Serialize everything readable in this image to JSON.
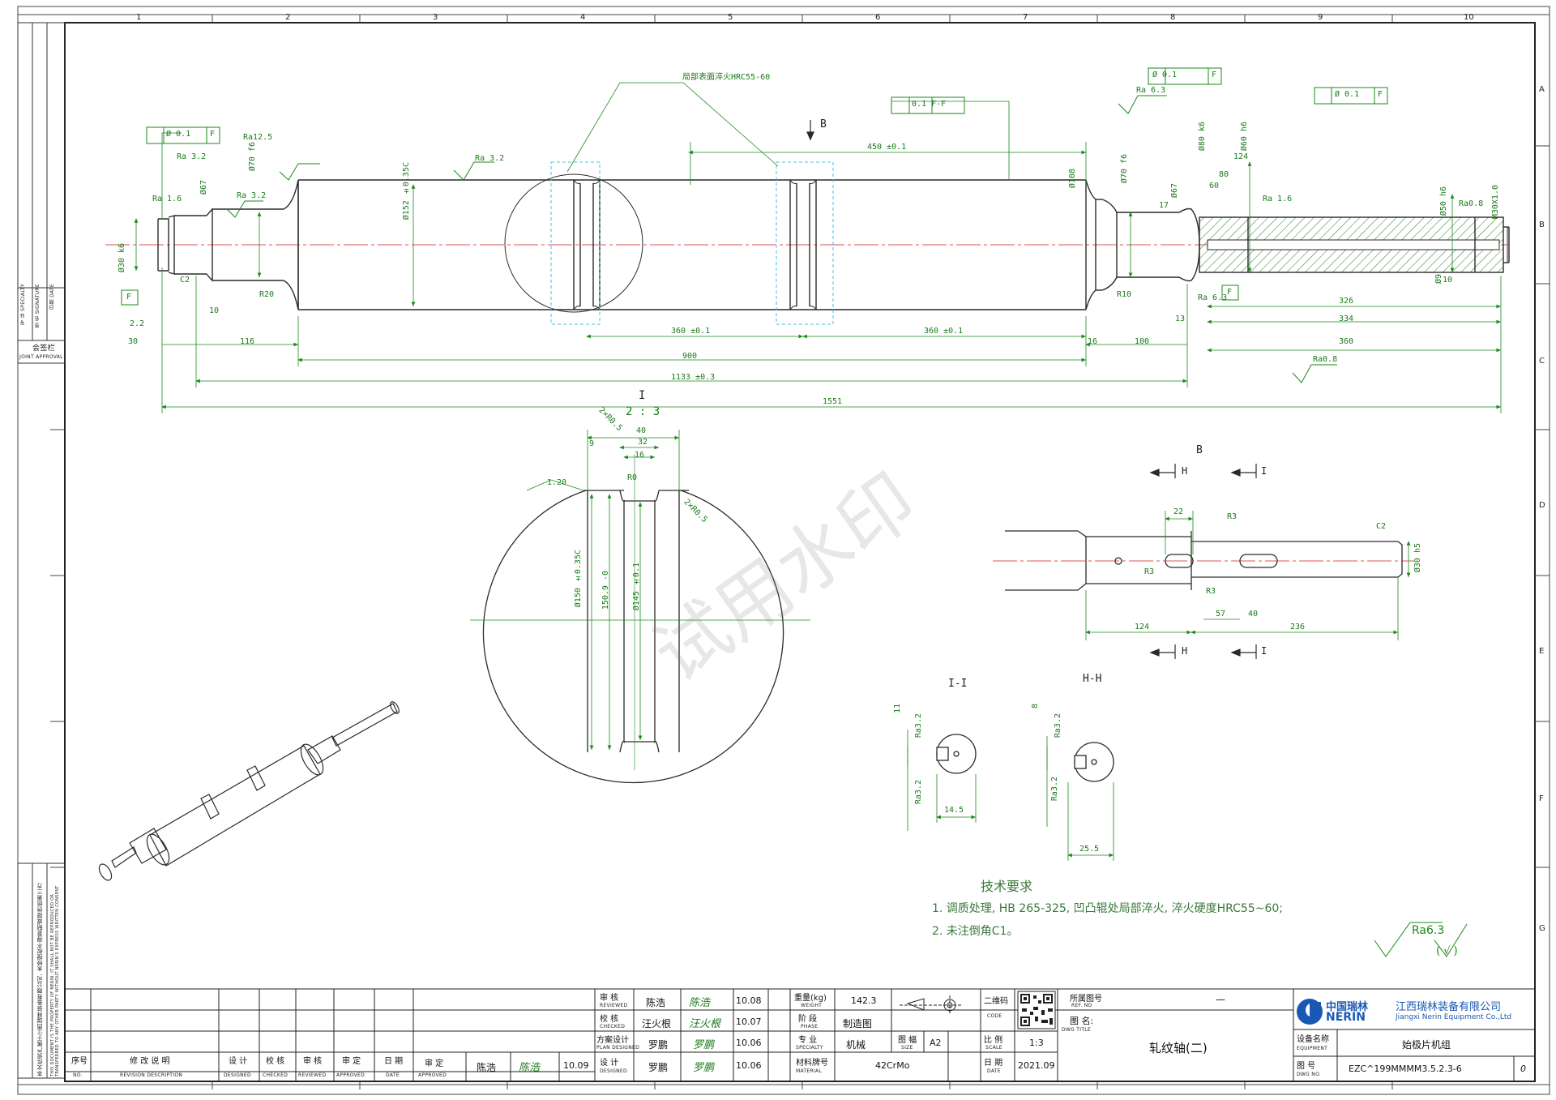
{
  "grid": {
    "columns": [
      "1",
      "2",
      "3",
      "4",
      "5",
      "6",
      "7",
      "8",
      "9",
      "10"
    ],
    "rows": [
      "A",
      "B",
      "C",
      "D",
      "E",
      "F",
      "G"
    ]
  },
  "watermark": "试用水印",
  "dims": {
    "d_top_tol": "Ø 0.1",
    "datum_f": "F",
    "ra32": "Ra 3.2",
    "ra16": "Ra 1.6",
    "ra63": "Ra 6.3",
    "ra08": "Ra0.8",
    "ra125": "Ra12.5",
    "d67": "Ø67",
    "d70": "Ø70 f6",
    "d152": "Ø152 ±0.35C",
    "d108": "Ø108",
    "d70b": "Ø70 f6",
    "d67b": "Ø67",
    "d80": "Ø80 k6",
    "d60": "Ø60 h6",
    "d50": "Ø50 h6",
    "m30": "M30X1.0",
    "d9": "Ø9",
    "d30k6": "Ø30 k6",
    "parallel": "0.1  F-F",
    "surface_hard": "局部表面淬火HRC55-60",
    "view_b": "B",
    "len450": "450 ±0.1",
    "len360a": "360 ±0.1",
    "len360b": "360 ±0.1",
    "len900": "900",
    "len1133": "1133 ±0.3",
    "len1551": "1551",
    "len116": "116",
    "len100": "100",
    "len16": "16",
    "len13": "13",
    "len360": "360",
    "len334": "334",
    "len326": "326",
    "len124": "124",
    "len80": "80",
    "len60": "60",
    "len10": "10",
    "len30": "30",
    "len22": "2.2",
    "r20": "R20",
    "r10": "R10",
    "c2": "C2",
    "len17": "17",
    "detail_title": "I",
    "detail_scale": "2 : 3",
    "det40": "40",
    "det32": "32",
    "det16": "16",
    "det9": "9",
    "det_r05": "2×R0.5",
    "det_r05b": "2×R0.5",
    "det_r0": "R0",
    "det_d150": "Ø150 ±0.35C",
    "det_d1509": "150.9 -0",
    "det_d145": "Ø145 ±0.1",
    "det_ra": "1.20",
    "b_len124": "124",
    "b_len236": "236",
    "b_len57": "57",
    "b_len40": "40",
    "b_len22": "22",
    "b_r3": "R3",
    "b_c2": "C2",
    "b_d30": "Ø30 h5",
    "b_h": "H",
    "b_i": "I",
    "sec_ii": "I-I",
    "sec_hh": "H-H",
    "sec_11": "11",
    "sec_8": "8",
    "sec_145": "14.5",
    "sec_255": "25.5",
    "sec_ra32": "Ra3.2"
  },
  "tech": {
    "title": "技术要求",
    "line1": "1.  调质处理, HB 265-325, 凹凸辊处局部淬火, 淬火硬度HRC55~60;",
    "line2": "2.  未注倒角C1。",
    "roughness": "Ra6.3",
    "roughness_paren": "( √ )"
  },
  "side_stamp": {
    "signature_cn": "会签栏",
    "signature_en": "JOINT APPROVAL",
    "field1": "签 名 SIGNATURE",
    "field2": "日期 DATE",
    "field3": "专 业 SPECIALTY",
    "notice_cn": "本文件资产属于江西瑞林装备有限公司, 未经授权不得复制或提供给第三方",
    "notice_en": "THIS DOCUMENT IS THE PROPERTY OF NERIN. IT SHALL NOT BE REPRODUCED OR TRANSFERRED TO ANY OTHER PARTY WITHOUT NERIN'S EXPRESS WRITTEN CONSENT"
  },
  "title_block": {
    "rev_no_cn": "序号",
    "rev_no_en": "NO.",
    "rev_desc_cn": "修 改 说 明",
    "rev_desc_en": "REVISION DESCRIPTION",
    "designed_cn": "设 计",
    "designed_en": "DESIGNED",
    "checked_cn": "校 核",
    "checked_en": "CHECKED",
    "reviewed_cn": "审 核",
    "reviewed_en": "REVIEWED",
    "approved_cn": "审 定",
    "approved_en": "APPROVED",
    "date_cn": "日 期",
    "date_en": "DATE",
    "approve_cn": "审 定",
    "approve_en": "APPROVED",
    "approve_name": "陈浩",
    "approve_date": "10.09",
    "rows": [
      {
        "role_cn": "审 核",
        "role_en": "REVIEWED",
        "name": "陈浩",
        "date": "10.08"
      },
      {
        "role_cn": "校 核",
        "role_en": "CHECKED",
        "name": "汪火根",
        "date": "10.07"
      },
      {
        "role_cn": "方案设计",
        "role_en": "PLAN DESIGNED",
        "name": "罗鹏",
        "date": "10.06"
      },
      {
        "role_cn": "设 计",
        "role_en": "DESIGNED",
        "name": "罗鹏",
        "date": "10.06"
      }
    ],
    "weight_cn": "重量(kg)",
    "weight_en": "WEIGHT",
    "weight": "142.3",
    "phase_cn": "阶 段",
    "phase_en": "PHASE",
    "phase": "制造图",
    "specialty_cn": "专 业",
    "specialty_en": "SPECIALTY",
    "specialty": "机械",
    "material_cn": "材料牌号",
    "material_en": "MATERIAL",
    "material": "42CrMo",
    "size_cn": "图 幅",
    "size_en": "SIZE",
    "size": "A2",
    "qrcode_cn": "二维码",
    "qrcode_en": "CODE",
    "scale_cn": "比 例",
    "scale_en": "SCALE",
    "scale": "1:3",
    "date2_cn": "日 期",
    "date2_en": "DATE",
    "date2": "2021.09",
    "ref_cn": "所属图号",
    "ref_en": "REF. NO",
    "ref": "—",
    "name_cn": "图 名:",
    "name_en": "DWG TITLE",
    "name": "轧纹轴(二)",
    "company_cn": "江西瑞林装备有限公司",
    "company_en": "Jiangxi Nerin Equipment Co.,Ltd",
    "logo_cn": "中国瑞林",
    "logo_en": "NERIN",
    "equip_cn": "设备名称",
    "equip_en": "EQUIPMENT",
    "equip": "始极片机组",
    "dwgno_cn": "图 号",
    "dwgno_en": "DWG NO.",
    "dwgno": "EZC^199MMMM3.5.2.3-6",
    "rev": "0"
  },
  "colors": {
    "outline": "#2a2a2a",
    "dimension": "#1a8a1a",
    "center": "#d42020",
    "detail_box": "#3fc4d8",
    "brand": "#1a58b5"
  }
}
